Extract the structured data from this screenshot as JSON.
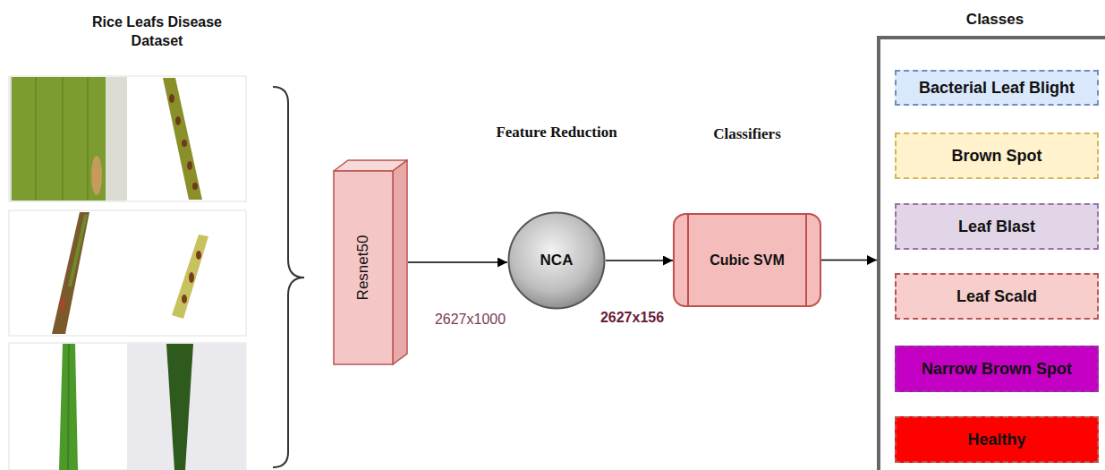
{
  "diagram": {
    "title": "Rice Leafs Disease Dataset",
    "nodes": [
      {
        "text": [
          "Resnet50"
        ]
      },
      {
        "text": [
          "NCA"
        ]
      },
      {
        "text": [
          "Cubic SVM"
        ]
      },
      {
        "text": [
          "Classes"
        ]
      },
      {
        "text": [
          "Bacterial Leaf Blight"
        ],
        "in": 3
      },
      {
        "text": [
          "Brown Spot"
        ],
        "in": 3
      },
      {
        "text": [
          "Leaf Blast"
        ],
        "in": 3
      },
      {
        "text": [
          "Leaf Scald"
        ],
        "in": 3
      },
      {
        "text": [
          "Narrow Brown Spot"
        ],
        "in": 3
      },
      {
        "text": [
          "Healthy"
        ],
        "in": 3
      }
    ],
    "edges": [
      {
        "from": 0,
        "to": 1,
        "arrow": "to",
        "label": "2627x1000"
      },
      {
        "from": 1,
        "to": 2,
        "arrow": "to",
        "label": "2627x156"
      },
      {
        "from": 2,
        "to": 3,
        "arrow": "to"
      }
    ],
    "labels": [
      "Feature Reduction",
      "Classifiers"
    ]
  }
}
